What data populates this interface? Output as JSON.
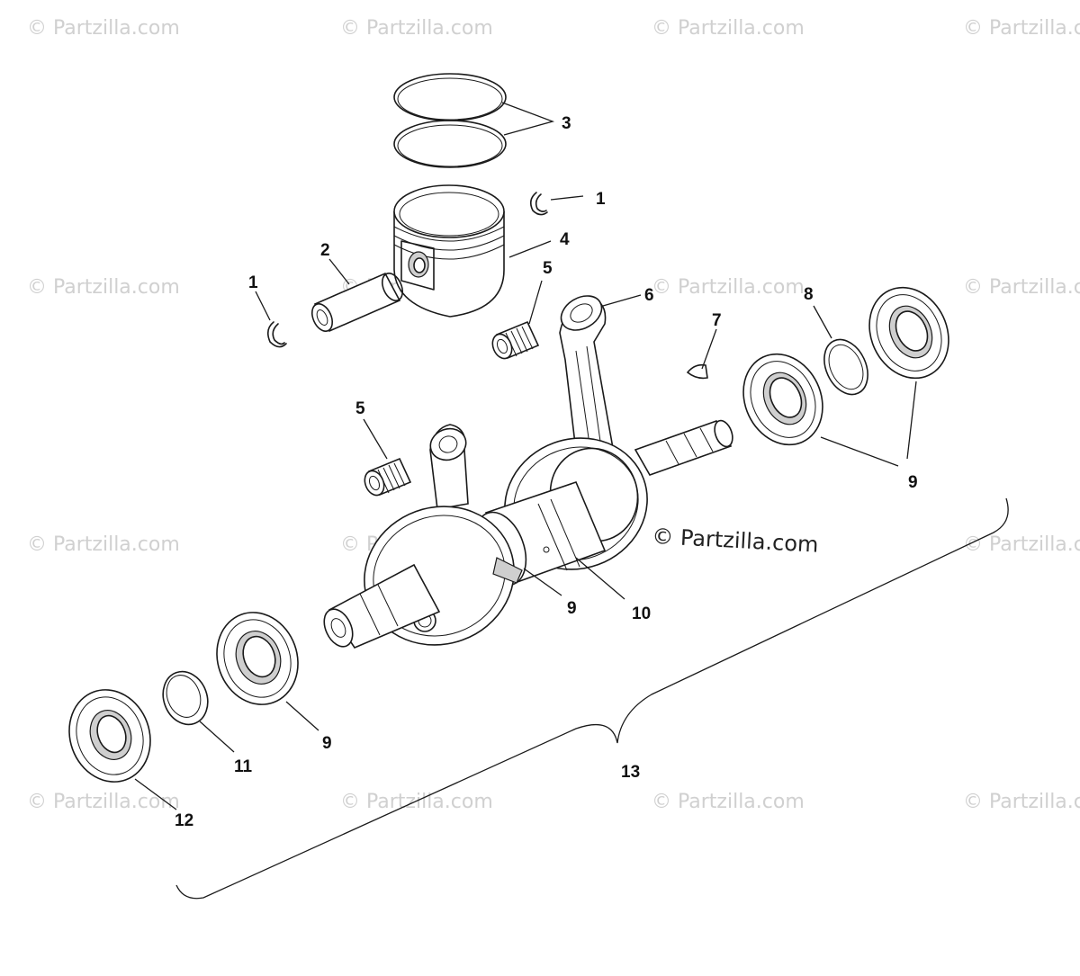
{
  "diagram": {
    "callouts": {
      "c1a": "1",
      "c1b": "1",
      "c2": "2",
      "c3": "3",
      "c4": "4",
      "c5a": "5",
      "c5b": "5",
      "c6": "6",
      "c7": "7",
      "c8": "8",
      "c9a": "9",
      "c9b": "9",
      "c9c": "9",
      "c10": "10",
      "c11": "11",
      "c12": "12",
      "c13": "13"
    },
    "watermark": "© Partzilla.com"
  }
}
